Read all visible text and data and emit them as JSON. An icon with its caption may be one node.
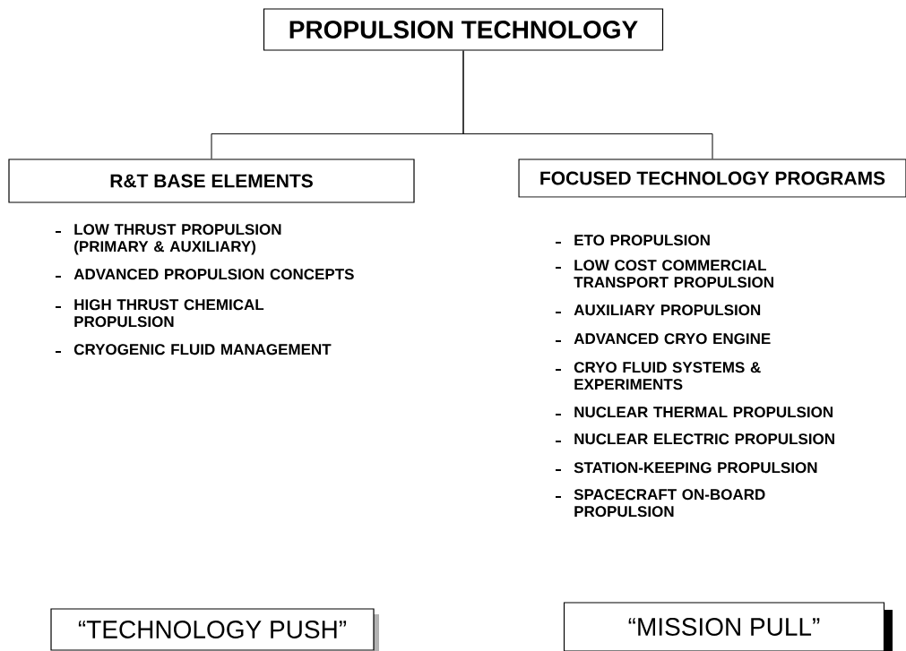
{
  "diagram": {
    "nodes": [
      {
        "text": [
          "PROPULSION TECHNOLOGY"
        ]
      },
      {
        "text": [
          "R&T BASE ELEMENTS"
        ],
        "beside": [
          "LOW THRUST PROPULSION (PRIMARY & AUXILIARY)",
          "ADVANCED PROPULSION CONCEPTS",
          "HIGH THRUST CHEMICAL PROPULSION",
          "CRYOGENIC FLUID MANAGEMENT"
        ]
      },
      {
        "text": [
          "FOCUSED TECHNOLOGY PROGRAMS"
        ],
        "beside": [
          "ETO PROPULSION",
          "LOW COST COMMERCIAL TRANSPORT PROPULSION",
          "AUXILIARY PROPULSION",
          "ADVANCED CRYO ENGINE",
          "CRYO FLUID SYSTEMS & EXPERIMENTS",
          "NUCLEAR THERMAL PROPULSION",
          "NUCLEAR ELECTRIC PROPULSION",
          "STATION-KEEPING PROPULSION",
          "SPACECRAFT ON-BOARD PROPULSION"
        ]
      },
      {
        "text": [
          "“TECHNOLOGY PUSH”"
        ]
      },
      {
        "text": [
          "“MISSION PULL”"
        ]
      }
    ],
    "edges": [
      {
        "from": 0,
        "to": 1,
        "arrow": "none"
      },
      {
        "from": 0,
        "to": 2,
        "arrow": "none"
      }
    ]
  }
}
